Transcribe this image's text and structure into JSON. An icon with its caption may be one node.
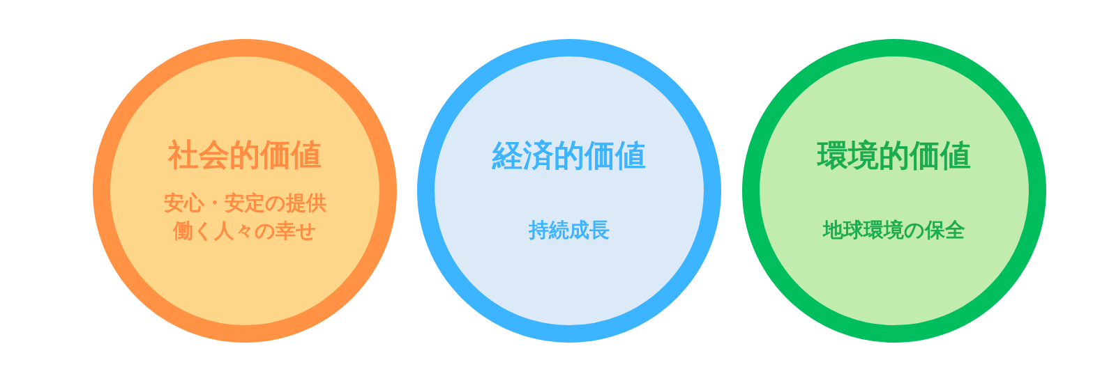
{
  "diagram": {
    "nodes": [
      {
        "text": [
          "社会的価値",
          "安心・安定の提供",
          "働く人々の幸せ"
        ]
      },
      {
        "text": [
          "経済的価値",
          "持続成長"
        ]
      },
      {
        "text": [
          "環境的価値",
          "地球環境の保全"
        ]
      }
    ]
  }
}
